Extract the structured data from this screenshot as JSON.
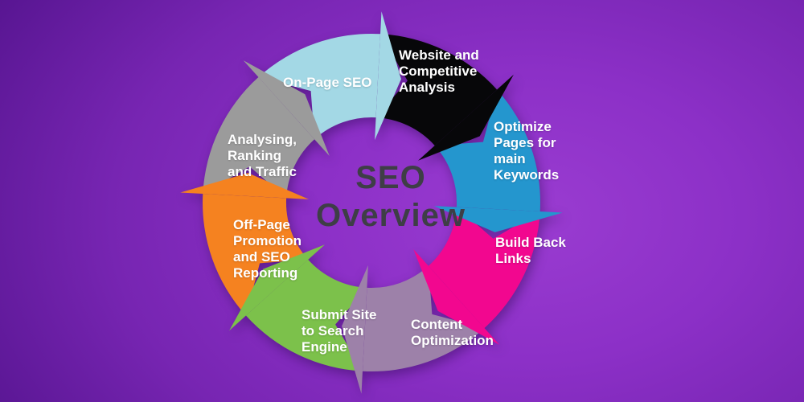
{
  "page": {
    "background": {
      "bright_center": "#9a3cd1",
      "mid_purple": "#7725b2",
      "dark_edge": "#480e7b"
    }
  },
  "diagram": {
    "type": "cycle",
    "direction": "clockwise",
    "title_line1": "SEO",
    "title_line2": "Overview",
    "title_color": "#3e3e46",
    "label_text_color": "#ffffff",
    "segments": [
      {
        "id": "on-page-seo",
        "label": "On-Page SEO",
        "color": "#a3d8e5"
      },
      {
        "id": "website-competitive-analysis",
        "label": "Website and\nCompetitive\nAnalysis",
        "color": "#070709"
      },
      {
        "id": "optimize-pages-main-keywords",
        "label": "Optimize\nPages for\nmain\nKeywords",
        "color": "#2496ce"
      },
      {
        "id": "build-back-links",
        "label": "Build Back\nLinks",
        "color": "#f2078f"
      },
      {
        "id": "content-optimization",
        "label": "Content\nOptimization",
        "color": "#9d81a9"
      },
      {
        "id": "submit-site-search-engine",
        "label": "Submit Site\nto Search\nEngine",
        "color": "#7cc14b"
      },
      {
        "id": "off-page-promotion-reporting",
        "label": "Off-Page\nPromotion\nand SEO\nReporting",
        "color": "#f58220"
      },
      {
        "id": "analysing-ranking-traffic",
        "label": "Analysing,\nRanking\nand Traffic",
        "color": "#9b9b9b"
      }
    ]
  }
}
